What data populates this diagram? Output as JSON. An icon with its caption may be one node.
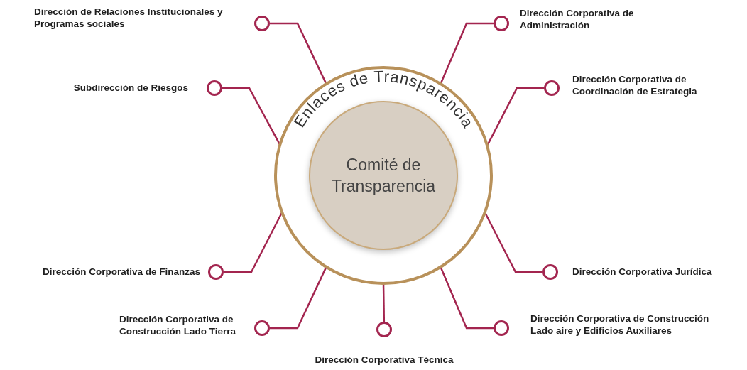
{
  "diagram": {
    "nodes": [
      {
        "text": [
          "Enlaces de Transparencia"
        ]
      },
      {
        "text": [
          "Comité de Transparencia"
        ],
        "in": 0
      },
      {
        "text": [],
        "shape": "circle",
        "beside": [
          "Dirección de Relaciones Institucionales y Programas sociales"
        ]
      },
      {
        "text": [],
        "shape": "circle",
        "beside": [
          "Dirección Corporativa de Administración"
        ]
      },
      {
        "text": [],
        "shape": "circle",
        "beside": [
          "Subdirección de Riesgos"
        ]
      },
      {
        "text": [],
        "shape": "circle",
        "beside": [
          "Dirección Corporativa de Coordinación de Estrategia"
        ]
      },
      {
        "text": [],
        "shape": "circle",
        "beside": [
          "Dirección Corporativa de Finanzas"
        ]
      },
      {
        "text": [],
        "shape": "circle",
        "beside": [
          "Dirección Corporativa Jurídica"
        ]
      },
      {
        "text": [],
        "shape": "circle",
        "beside": [
          "Dirección Corporativa de Construcción Lado Tierra"
        ]
      },
      {
        "text": [],
        "shape": "circle",
        "beside": [
          "Dirección Corporativa de Construcción Lado aire y Edificios Auxiliares"
        ]
      },
      {
        "text": [],
        "shape": "circle",
        "beside": [
          "Dirección Corporativa Técnica"
        ]
      }
    ],
    "edges": [
      {
        "from": 0,
        "to": 2,
        "arrow": "none"
      },
      {
        "from": 0,
        "to": 3,
        "arrow": "none"
      },
      {
        "from": 0,
        "to": 4,
        "arrow": "none"
      },
      {
        "from": 0,
        "to": 5,
        "arrow": "none"
      },
      {
        "from": 0,
        "to": 6,
        "arrow": "none"
      },
      {
        "from": 0,
        "to": 7,
        "arrow": "none"
      },
      {
        "from": 0,
        "to": 8,
        "arrow": "none"
      },
      {
        "from": 0,
        "to": 9,
        "arrow": "none"
      },
      {
        "from": 0,
        "to": 10,
        "arrow": "none"
      }
    ]
  }
}
